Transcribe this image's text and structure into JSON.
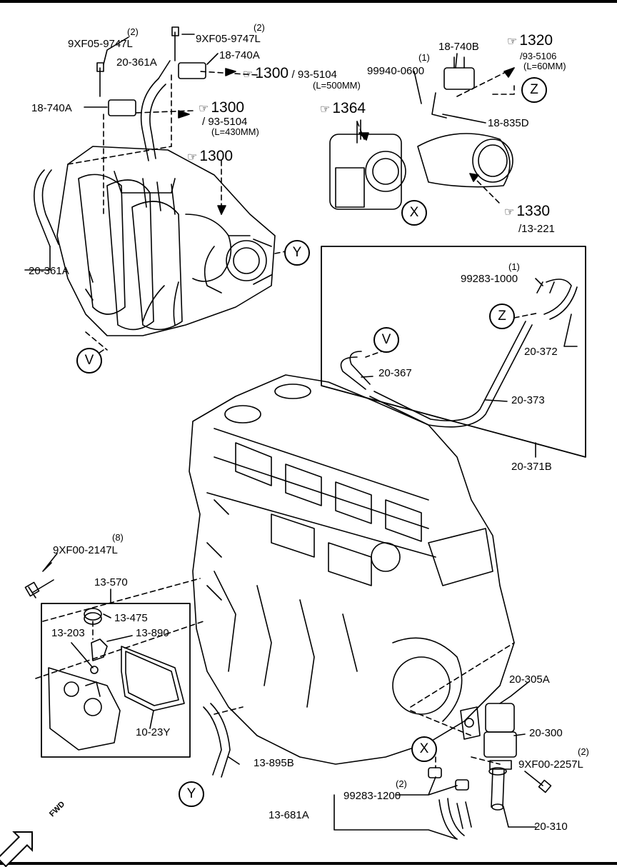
{
  "labels": {
    "qty_9xf05_a": "(2)",
    "p_9xf05_a": "9XF05-9747L",
    "qty_9xf05_b": "(2)",
    "p_9xf05_b": "9XF05-9747L",
    "p_20_361a_top": "20-361A",
    "p_18_740a_right": "18-740A",
    "p_18_740a_left": "18-740A",
    "p_20_361a_left": "20-361A",
    "qty_99940": "(1)",
    "p_99940": "99940-0600",
    "p_18_740b": "18-740B",
    "p_18_835d": "18-835D",
    "qty_99283_1000": "(1)",
    "p_99283_1000": "99283-1000",
    "p_20_372": "20-372",
    "p_20_367": "20-367",
    "p_20_373": "20-373",
    "p_20_371b": "20-371B",
    "qty_9xf00_2147": "(8)",
    "p_9xf00_2147": "9XF00-2147L",
    "p_13_570": "13-570",
    "p_13_475": "13-475",
    "p_13_203": "13-203",
    "p_13_890": "13-890",
    "p_10_23y": "10-23Y",
    "p_13_895b": "13-895B",
    "p_20_305a": "20-305A",
    "p_20_300": "20-300",
    "qty_9xf00_2257": "(2)",
    "p_9xf00_2257": "9XF00-2257L",
    "qty_99283_1200": "(2)",
    "p_99283_1200": "99283-1200",
    "p_13_681a": "13-681A",
    "p_20_310": "20-310"
  },
  "refs": {
    "r1300_a": {
      "num": "1300",
      "sub": "/ 93-5104",
      "note": "(L=500MM)"
    },
    "r1300_b": {
      "num": "1300",
      "sub": "/ 93-5104",
      "note": "(L=430MM)"
    },
    "r1300_c": {
      "num": "1300"
    },
    "r1364": {
      "num": "1364"
    },
    "r1320": {
      "num": "1320",
      "sub": "/93-5106",
      "note": "(L=60MM)"
    },
    "r1330": {
      "num": "1330",
      "sub": "/13-221"
    }
  },
  "callouts": {
    "z1": "Z",
    "z2": "Z",
    "y1": "Y",
    "y2": "Y",
    "x1": "X",
    "x2": "X",
    "v1": "V",
    "v2": "V"
  },
  "fwd": "FWD",
  "icons": {
    "ref": "pointing-hand-icon",
    "fwd": "fwd-arrow-icon"
  }
}
